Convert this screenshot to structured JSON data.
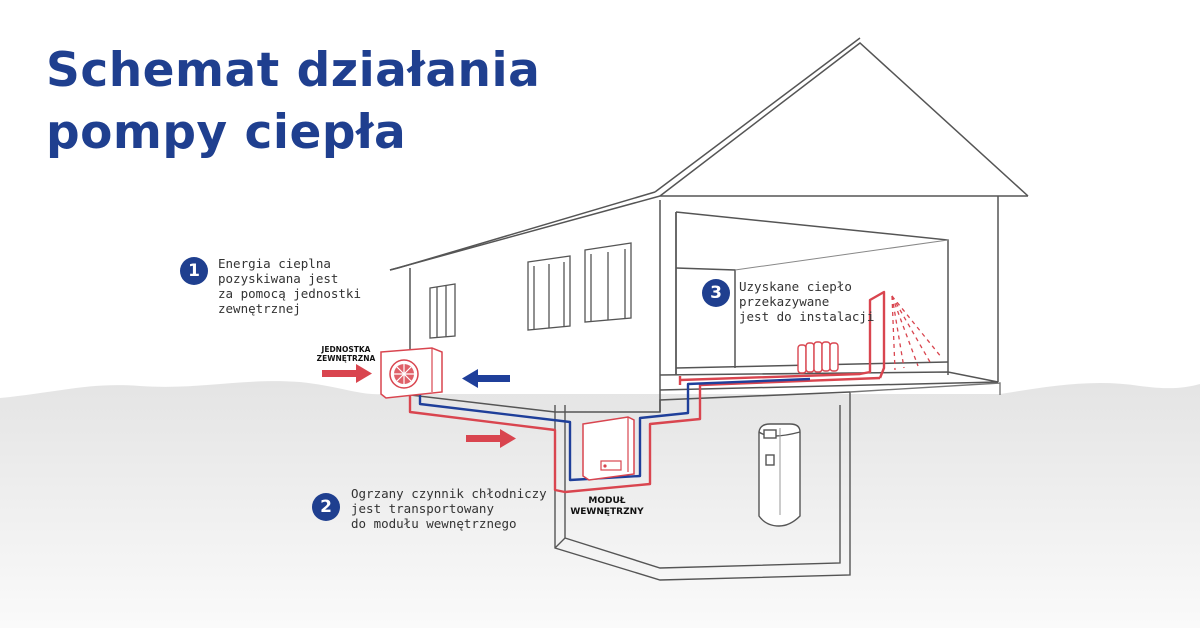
{
  "title": {
    "line1": "Schemat działania",
    "line2": "pompy ciepła"
  },
  "steps": [
    {
      "number": "1",
      "lines": [
        "Energia cieplna",
        "pozyskiwana jest",
        "za pomocą jednostki",
        "zewnętrznej"
      ]
    },
    {
      "number": "2",
      "lines": [
        "Ogrzany czynnik chłodniczy",
        "jest transportowany",
        "do modułu wewnętrznego"
      ]
    },
    {
      "number": "3",
      "lines": [
        "Uzyskane ciepło",
        "przekazywane",
        "jest do instalacji"
      ]
    }
  ],
  "labels": {
    "outdoor_unit": [
      "JEDNOSTKA",
      "ZEWNĘTRZNA"
    ],
    "indoor_module": [
      "MODUŁ",
      "WEWNĘTRZNY"
    ]
  },
  "colors": {
    "title": "#1f3f8f",
    "badge": "#1f3f8f",
    "hot_line": "#d9454f",
    "cold_line": "#1f3f9a",
    "outline": "#555555",
    "ground": "#e6e6e6"
  },
  "icons": [
    "outdoor-unit-fan-icon",
    "radiator-icon",
    "indoor-module-icon",
    "water-heater-icon",
    "heat-rays-icon"
  ]
}
